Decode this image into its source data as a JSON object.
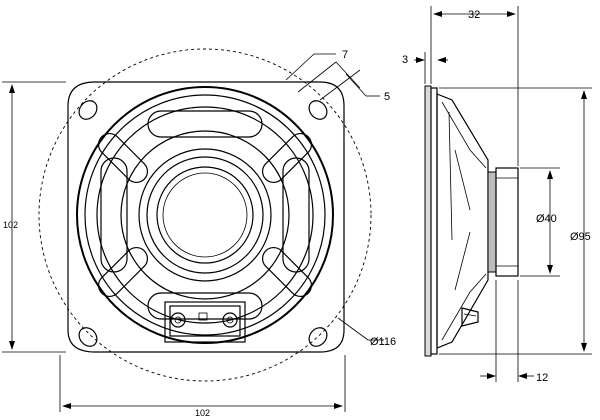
{
  "front_view": {
    "width_label": "102",
    "height_label": "102",
    "cutout_label": "Ø116",
    "slot_label": "7",
    "hole_label": "5"
  },
  "side_view": {
    "depth_label": "32",
    "flange_label": "3",
    "magnet_label": "Ø40",
    "overall_label": "Ø95",
    "magnet_depth_label": "12"
  }
}
